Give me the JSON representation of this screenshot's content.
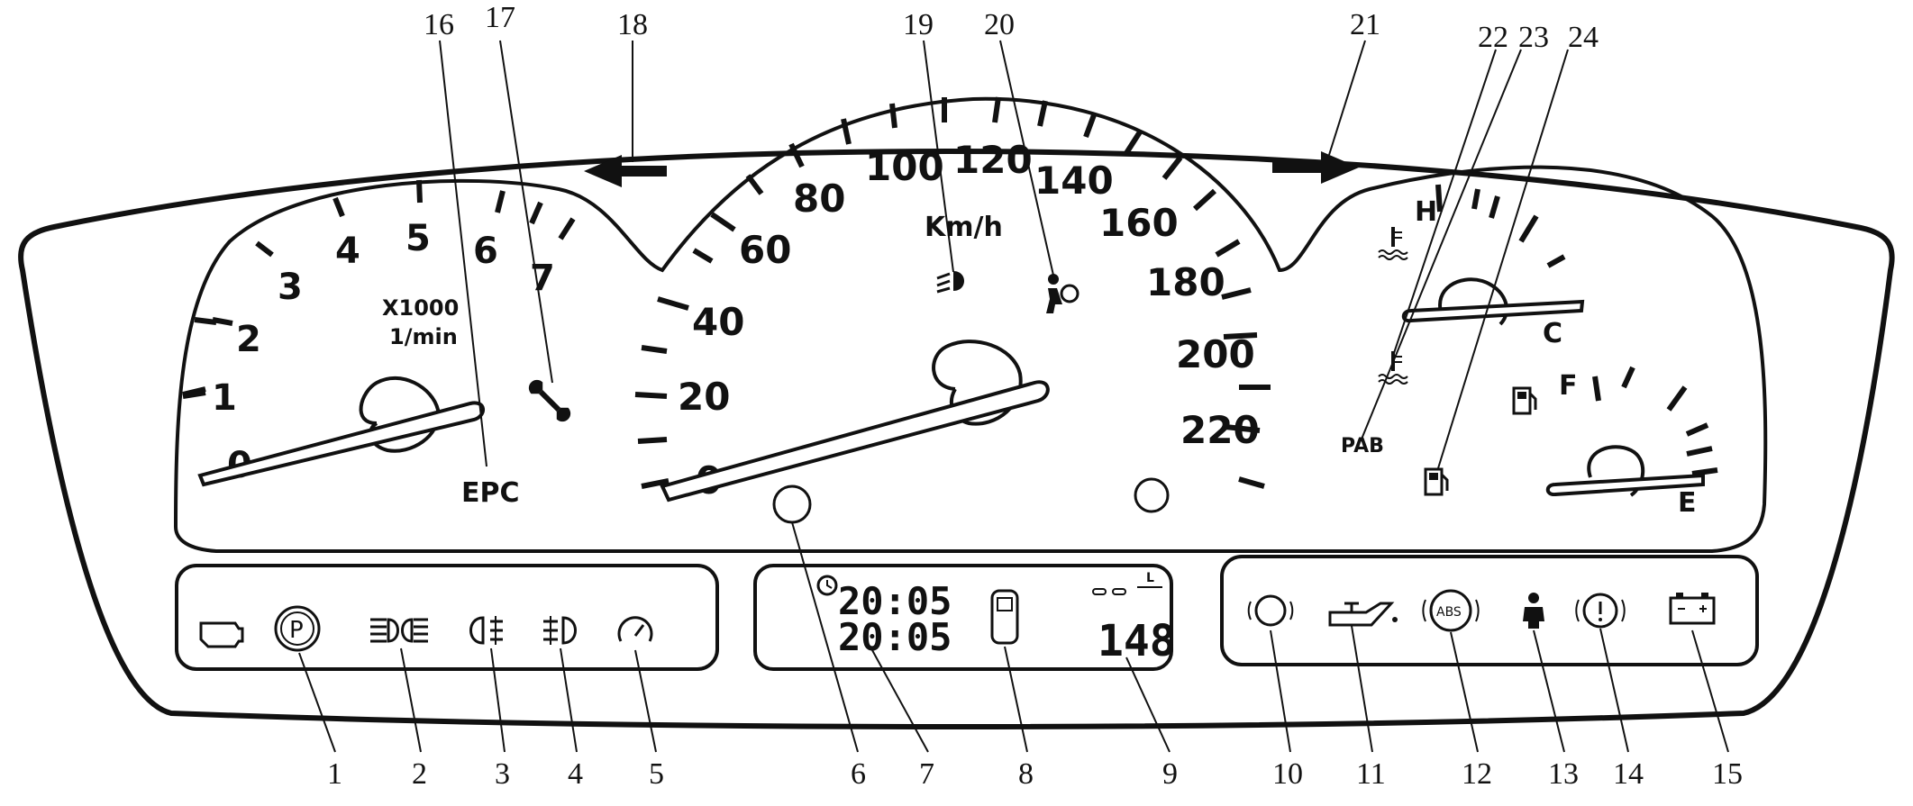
{
  "tachometer": {
    "scale_labels": [
      "0",
      "1",
      "2",
      "3",
      "4",
      "5",
      "6",
      "7"
    ],
    "multiplier_label": "X1000",
    "unit_label": "1/min",
    "epc_label": "EPC"
  },
  "speedometer": {
    "scale_labels": [
      "0",
      "20",
      "40",
      "60",
      "80",
      "100",
      "120",
      "140",
      "160",
      "180",
      "200",
      "220"
    ],
    "unit_label": "Km/h"
  },
  "gauges": {
    "temp_hot_label": "H",
    "temp_cold_label": "C",
    "fuel_full_label": "F",
    "fuel_empty_label": "E",
    "pab_label": "PAB"
  },
  "display": {
    "clock_top": "20:05",
    "clock_bottom": "20:05",
    "mileage": "148",
    "unit_small": "L"
  },
  "callouts": [
    "1",
    "2",
    "3",
    "4",
    "5",
    "6",
    "7",
    "8",
    "9",
    "10",
    "11",
    "12",
    "13",
    "14",
    "15",
    "16",
    "17",
    "18",
    "19",
    "20",
    "21",
    "22",
    "23",
    "24"
  ],
  "icons": [
    "engine-icon",
    "parking-brake-icon",
    "high-beam-icon",
    "rear-fog-icon",
    "front-fog-icon",
    "cruise-icon",
    "tpms-icon",
    "oil-pressure-icon",
    "abs-icon",
    "seatbelt-icon",
    "brake-warning-icon",
    "battery-icon",
    "wrench-icon",
    "low-beam-icon",
    "airbag-icon",
    "coolant-icon",
    "fuel-pump-icon",
    "door-icon",
    "clock-icon"
  ]
}
